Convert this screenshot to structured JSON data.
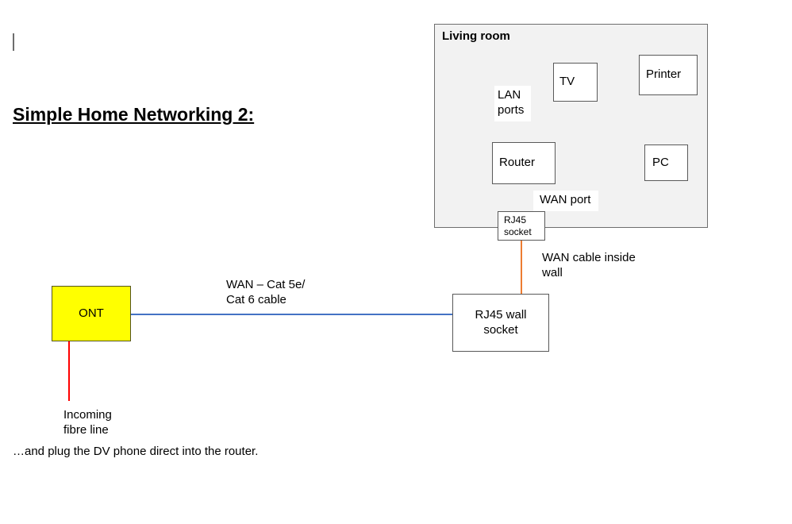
{
  "page": {
    "title": "Simple Home Networking 2:",
    "footnote": "…and plug the DV phone direct into the router."
  },
  "living_room": {
    "title": "Living room",
    "nodes": [
      {
        "id": "tv",
        "label": "TV"
      },
      {
        "id": "printer",
        "label": "Printer"
      },
      {
        "id": "router",
        "label": "Router"
      },
      {
        "id": "pc",
        "label": "PC"
      },
      {
        "id": "rj45_socket",
        "label_line1": "RJ45",
        "label_line2": "socket"
      }
    ],
    "labels": {
      "lan_ports": "LAN\nports",
      "wan_port": "WAN port"
    }
  },
  "outside": {
    "nodes": [
      {
        "id": "ont",
        "label": "ONT"
      },
      {
        "id": "wall_socket",
        "label_line1": "RJ45 wall",
        "label_line2": "socket"
      }
    ],
    "labels": {
      "wan_cable_inside_wall": "WAN cable inside\nwall",
      "wan_cat_cable": "WAN – Cat 5e/\nCat 6 cable",
      "incoming_fibre": "Incoming\nfibre line"
    }
  },
  "colors": {
    "ethernet_blue": "#4472c4",
    "wan_wall_orange": "#ed7d31",
    "fibre_red": "#ff0000",
    "ont_fill": "#ffff00",
    "room_fill": "#f2f2f2",
    "node_border": "#595959",
    "room_border": "#6e6e6e"
  },
  "connections": [
    {
      "from": "router",
      "to": "tv",
      "cable": "ethernet_blue"
    },
    {
      "from": "router",
      "to": "printer",
      "cable": "ethernet_blue"
    },
    {
      "from": "router",
      "to": "pc",
      "cable": "ethernet_blue"
    },
    {
      "from": "router",
      "to": "rj45_socket",
      "cable": "ethernet_blue"
    },
    {
      "from": "rj45_socket",
      "to": "wall_socket",
      "cable": "wan_wall_orange"
    },
    {
      "from": "wall_socket",
      "to": "ont",
      "cable": "ethernet_blue"
    },
    {
      "from": "ont",
      "to": "incoming_fibre",
      "cable": "fibre_red"
    }
  ]
}
